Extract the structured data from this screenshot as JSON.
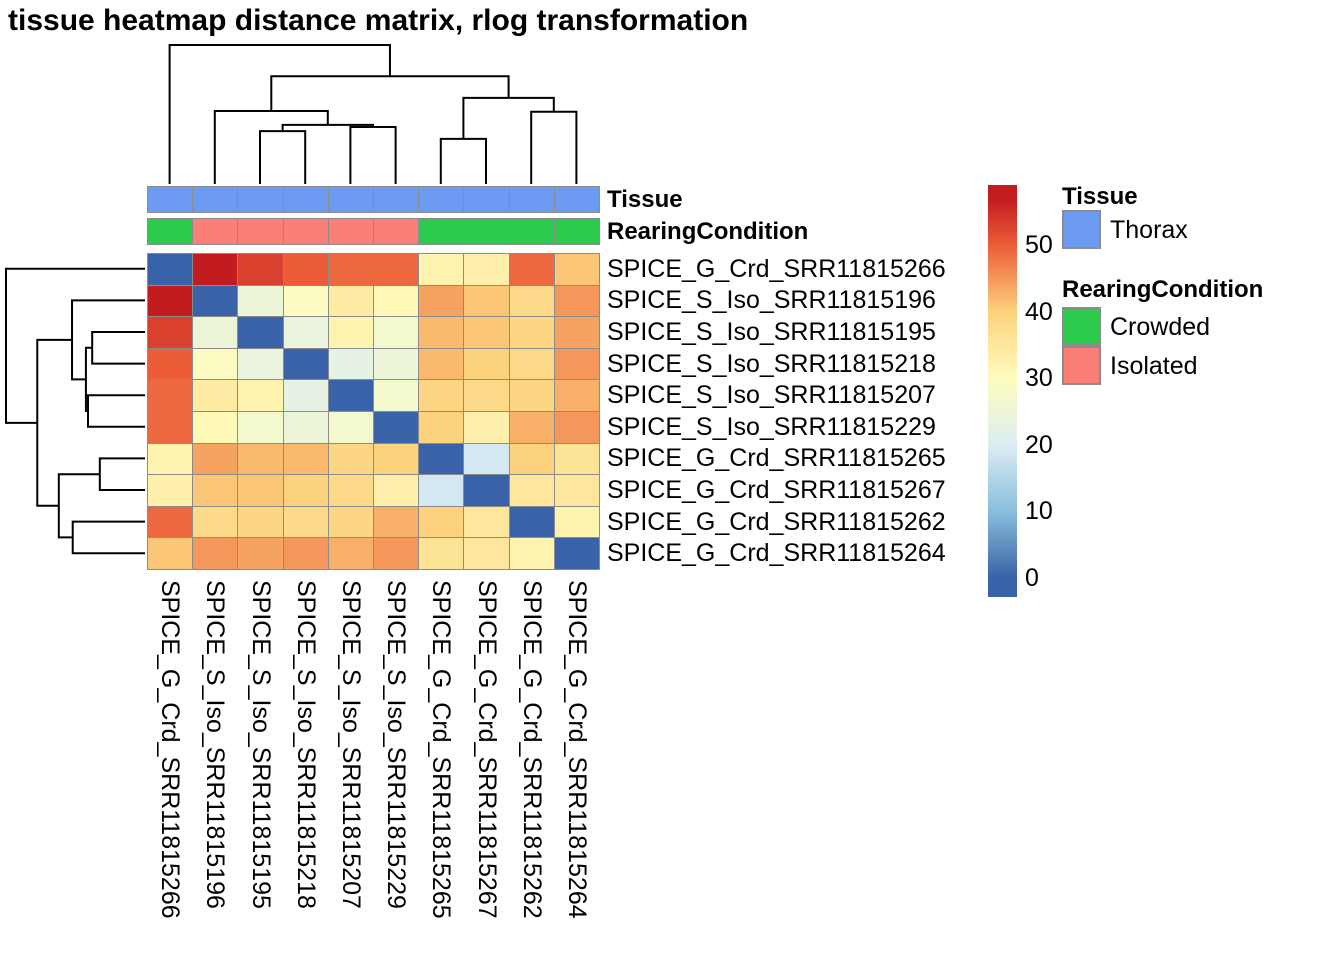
{
  "title": "tissue heatmap distance matrix, rlog transformation",
  "annotations": {
    "tissue_label": "Tissue",
    "rearing_label": "RearingCondition"
  },
  "legend": {
    "tissue_title": "Tissue",
    "rearing_title": "RearingCondition",
    "tissue_items": [
      {
        "label": "Thorax",
        "color": "#6E9BF2"
      }
    ],
    "rearing_items": [
      {
        "label": "Crowded",
        "color": "#2CCB4D"
      },
      {
        "label": "Isolated",
        "color": "#FA8077"
      }
    ],
    "colorbar_ticks": [
      0,
      10,
      20,
      30,
      40,
      50
    ]
  },
  "chart_data": {
    "type": "heatmap",
    "title": "tissue heatmap distance matrix, rlog transformation",
    "row_labels": [
      "SPICE_G_Crd_SRR11815266",
      "SPICE_S_Iso_SRR11815196",
      "SPICE_S_Iso_SRR11815195",
      "SPICE_S_Iso_SRR11815218",
      "SPICE_S_Iso_SRR11815207",
      "SPICE_S_Iso_SRR11815229",
      "SPICE_G_Crd_SRR11815265",
      "SPICE_G_Crd_SRR11815267",
      "SPICE_G_Crd_SRR11815262",
      "SPICE_G_Crd_SRR11815264"
    ],
    "col_labels": [
      "SPICE_G_Crd_SRR11815266",
      "SPICE_S_Iso_SRR11815196",
      "SPICE_S_Iso_SRR11815195",
      "SPICE_S_Iso_SRR11815218",
      "SPICE_S_Iso_SRR11815207",
      "SPICE_S_Iso_SRR11815229",
      "SPICE_G_Crd_SRR11815265",
      "SPICE_G_Crd_SRR11815267",
      "SPICE_G_Crd_SRR11815262",
      "SPICE_G_Crd_SRR11815264"
    ],
    "values": [
      [
        0,
        57,
        53,
        50,
        49,
        49,
        32,
        33,
        49,
        41
      ],
      [
        57,
        0,
        25,
        29,
        34,
        31,
        44,
        41,
        38,
        45
      ],
      [
        53,
        25,
        0,
        24,
        32,
        27,
        42,
        41,
        39,
        44
      ],
      [
        50,
        29,
        24,
        0,
        23,
        25,
        42,
        40,
        38,
        45
      ],
      [
        49,
        34,
        32,
        23,
        0,
        27,
        39,
        38,
        39,
        43
      ],
      [
        49,
        31,
        27,
        25,
        27,
        0,
        40,
        33,
        43,
        45
      ],
      [
        32,
        44,
        42,
        42,
        39,
        40,
        0,
        19,
        40,
        36
      ],
      [
        33,
        41,
        41,
        40,
        38,
        33,
        19,
        0,
        35,
        35
      ],
      [
        49,
        38,
        39,
        38,
        39,
        43,
        40,
        35,
        0,
        32
      ],
      [
        41,
        45,
        44,
        45,
        43,
        45,
        36,
        35,
        32,
        0
      ]
    ],
    "value_range": [
      0,
      57
    ],
    "colormap_anchors": [
      {
        "v": 0,
        "c": "#3A62A8"
      },
      {
        "v": 10,
        "c": "#8ABEDC"
      },
      {
        "v": 20,
        "c": "#DCEDF3"
      },
      {
        "v": 30,
        "c": "#FEFCBD"
      },
      {
        "v": 40,
        "c": "#FDD27C"
      },
      {
        "v": 50,
        "c": "#EC5C38"
      },
      {
        "v": 57,
        "c": "#C21B20"
      }
    ],
    "cell_border_color": "#8C8C8C",
    "col_annotations": {
      "Tissue": [
        "Thorax",
        "Thorax",
        "Thorax",
        "Thorax",
        "Thorax",
        "Thorax",
        "Thorax",
        "Thorax",
        "Thorax",
        "Thorax"
      ],
      "RearingCondition": [
        "Crowded",
        "Isolated",
        "Isolated",
        "Isolated",
        "Isolated",
        "Isolated",
        "Crowded",
        "Crowded",
        "Crowded",
        "Crowded"
      ]
    },
    "annotation_colors": {
      "Thorax": "#6E9BF2",
      "Crowded": "#2CCB4D",
      "Isolated": "#FA8077"
    },
    "dendrogram_nodes": [
      {
        "id": "n34",
        "a": 2,
        "b": 3,
        "h": 0.38
      },
      {
        "id": "n56",
        "a": 4,
        "b": 5,
        "h": 0.41
      },
      {
        "id": "n3456",
        "a": "n34",
        "b": "n56",
        "h": 0.425
      },
      {
        "id": "n23456",
        "a": 1,
        "b": "n3456",
        "h": 0.525
      },
      {
        "id": "n78",
        "a": 6,
        "b": 7,
        "h": 0.325
      },
      {
        "id": "n910",
        "a": 8,
        "b": 9,
        "h": 0.52
      },
      {
        "id": "n710",
        "a": "n78",
        "b": "n910",
        "h": 0.62
      },
      {
        "id": "nB",
        "a": "n23456",
        "b": "n710",
        "h": 0.775
      },
      {
        "id": "root",
        "a": 0,
        "b": "nB",
        "h": 1.0
      }
    ]
  }
}
